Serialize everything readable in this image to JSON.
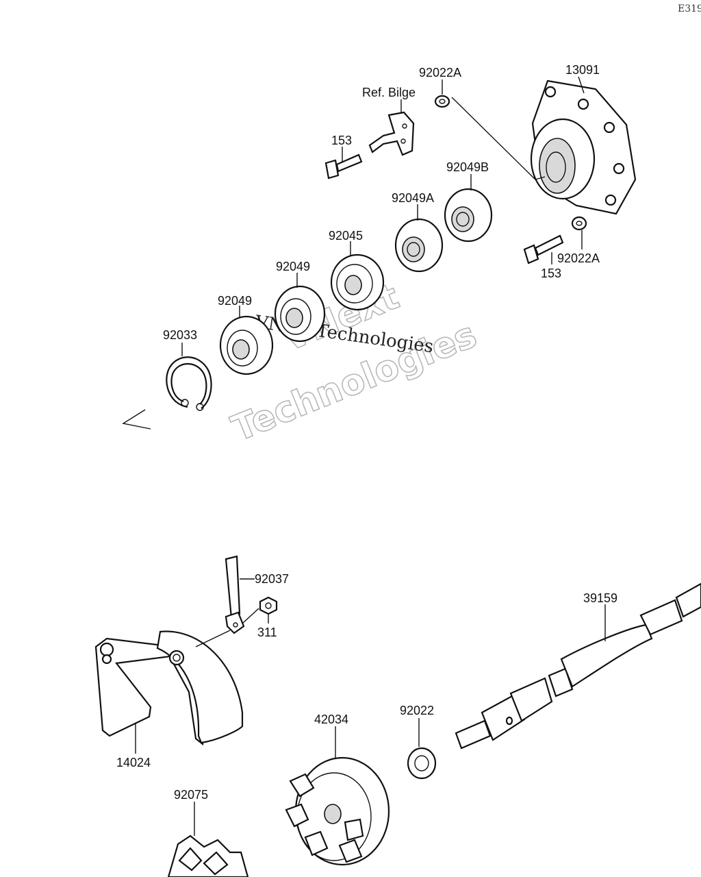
{
  "page": {
    "code": "E319"
  },
  "labels": {
    "p92022A_top": "92022A",
    "p13091": "13091",
    "ref_bilge": "Ref. Bilge",
    "p153_top": "153",
    "p92049B": "92049B",
    "p92049A": "92049A",
    "p92045": "92045",
    "p92049_upper": "92049",
    "p92049_lower": "92049",
    "p92033": "92033",
    "p92022A_right": "92022A",
    "p153_right": "153",
    "p92037": "92037",
    "p311": "311",
    "p39159": "39159",
    "p92022": "92022",
    "p42034": "42034",
    "p14024": "14024",
    "p92075": "92075"
  },
  "watermarks": {
    "outline_line1": "VNext",
    "outline_line2": "Technologies",
    "solid": "VNext Technologies"
  }
}
